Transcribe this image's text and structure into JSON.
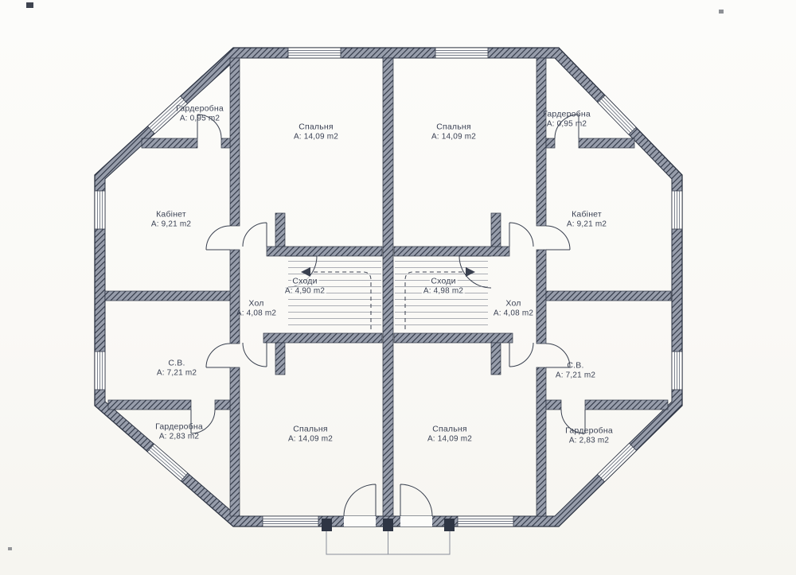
{
  "scan": {
    "paper_color": "#fcfcfa",
    "ink_color": "#3b4254",
    "wall_dark": "#2e3544",
    "wall_base": "#979dab"
  },
  "rooms": [
    {
      "name": "Гардеробна",
      "area": "А: 0,95 m2"
    },
    {
      "name": "Спальня",
      "area": "А: 14,09 m2"
    },
    {
      "name": "Спальня",
      "area": "А: 14,09 m2"
    },
    {
      "name": "Гардеробна",
      "area": "А: 0,95 m2"
    },
    {
      "name": "Кабінет",
      "area": "А: 9,21 m2"
    },
    {
      "name": "Кабінет",
      "area": "А: 9,21 m2"
    },
    {
      "name": "Сходи",
      "area": "А: 4,90 m2"
    },
    {
      "name": "Сходи",
      "area": "А: 4,98 m2"
    },
    {
      "name": "Хол",
      "area": "А: 4,08 m2"
    },
    {
      "name": "Хол",
      "area": "А: 4,08 m2"
    },
    {
      "name": "С.В.",
      "area": "А: 7,21 m2"
    },
    {
      "name": "С.В.",
      "area": "А: 7,21 m2"
    },
    {
      "name": "Гардеробна",
      "area": "А: 2,83 m2"
    },
    {
      "name": "Спальня",
      "area": "А: 14,09 m2"
    },
    {
      "name": "Спальня",
      "area": "А: 14,09 m2"
    },
    {
      "name": "Гардеробна",
      "area": "А: 2,83 m2"
    }
  ]
}
